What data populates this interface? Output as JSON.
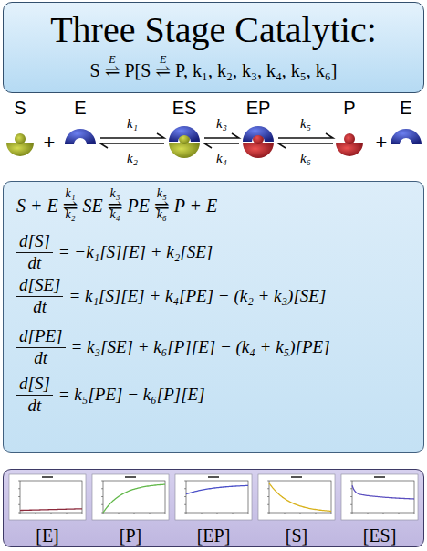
{
  "diagram": {
    "nodes": [
      {
        "text": [
          "Three Stage Catalytic:",
          "S ⇌ P[S ⇌ P, k₁, k₂, k₃, k₄, k₅, k₆]"
        ]
      },
      {
        "text": [
          "S + E ⇌ SE ⇌ PE ⇌ P + E",
          "d[S]",
          "dt",
          "= −k₁[S][E] + k₂[SE]",
          "d[SE]",
          "dt",
          "= k₁[S][E] + k₄[PE] − (k₂ + k₃)[SE]",
          "d[PE]",
          "dt",
          "= k₃[SE] + k₆[P][E] − (k₄ + k₅)[PE]",
          "d[S]",
          "dt",
          "= k₅[PE] − k₆[P][E]"
        ]
      },
      {
        "text": [
          "[E]",
          "[P]",
          "[EP]",
          "[S]",
          "[ES]"
        ]
      }
    ],
    "labels": [
      "E",
      "E",
      "S",
      "E",
      "ES",
      "EP",
      "P",
      "E",
      "+",
      "+",
      "k₁",
      "k₂",
      "k₃",
      "k₄",
      "k₅",
      "k₆",
      "k₁",
      "k₂",
      "k₃",
      "k₄",
      "k₅",
      "k₆"
    ]
  }
}
